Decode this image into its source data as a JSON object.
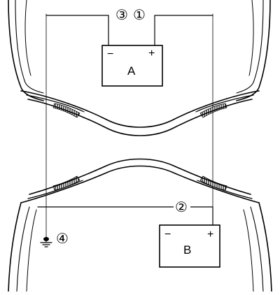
{
  "batteries": {
    "A": {
      "label": "A",
      "minus": "−",
      "plus": "+"
    },
    "B": {
      "label": "B",
      "minus": "−",
      "plus": "+"
    }
  },
  "callouts": {
    "c1": "①",
    "c2": "②",
    "c3": "③",
    "c4": "④"
  },
  "icons": {
    "ground": "ground-icon",
    "hatch": "hatched-contact-patch"
  }
}
